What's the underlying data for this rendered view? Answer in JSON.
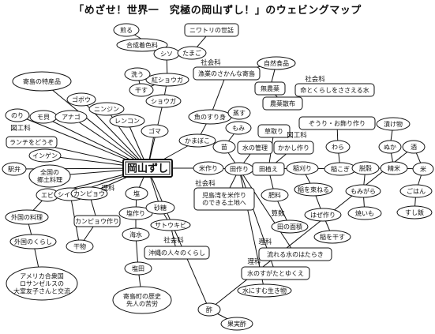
{
  "title": "「めざせ！世界一　究極の岡山ずし！」のウェビングマップ",
  "style": {
    "stroke": "#111111",
    "background": "#ffffff",
    "center_border": "#111111"
  },
  "nodes": [
    {
      "id": "center",
      "text": "岡山ずし",
      "kind": "center"
    },
    {
      "id": "kansu",
      "text": "酢",
      "kind": "ellipse"
    },
    {
      "id": "kajitsu_su",
      "text": "果実酢",
      "kind": "ellipse"
    },
    {
      "id": "tokusan",
      "text": "寄島の特産品",
      "kind": "ellipse"
    },
    {
      "id": "nori",
      "text": "のり",
      "kind": "ellipse"
    },
    {
      "id": "mogai",
      "text": "モ貝",
      "kind": "ellipse"
    },
    {
      "id": "anago",
      "text": "アナゴ",
      "kind": "ellipse"
    },
    {
      "id": "gobou",
      "text": "ゴボウ",
      "kind": "ellipse"
    },
    {
      "id": "ninjin",
      "text": "ニンジン",
      "kind": "ellipse"
    },
    {
      "id": "renkon",
      "text": "レンコン",
      "kind": "ellipse"
    },
    {
      "id": "goma",
      "text": "ゴマ",
      "kind": "ellipse"
    },
    {
      "id": "kamaboko",
      "text": "かまぼこ",
      "kind": "ellipse"
    },
    {
      "id": "sakanasurimi",
      "text": "魚のすり身",
      "kind": "ellipse"
    },
    {
      "id": "musu",
      "text": "蒸す",
      "kind": "ellipse"
    },
    {
      "id": "shouga",
      "text": "ショウガ",
      "kind": "ellipse"
    },
    {
      "id": "benishouga",
      "text": "紅ショウガ",
      "kind": "ellipse"
    },
    {
      "id": "hosu",
      "text": "干す",
      "kind": "ellipse"
    },
    {
      "id": "arau",
      "text": "洗う",
      "kind": "ellipse"
    },
    {
      "id": "niru",
      "text": "煎る",
      "kind": "ellipse"
    },
    {
      "id": "gousei",
      "text": "合成着色料",
      "kind": "ellipse"
    },
    {
      "id": "shiso",
      "text": "シソ",
      "kind": "ellipse"
    },
    {
      "id": "tamago",
      "text": "たまご",
      "kind": "ellipse"
    },
    {
      "id": "niwatori",
      "text": "ニワトリの世話",
      "kind": "rect"
    },
    {
      "id": "lbl_shakai1",
      "text": "社会科",
      "kind": "label"
    },
    {
      "id": "gyogyou",
      "text": "漁業のさかんな寄島",
      "kind": "rect"
    },
    {
      "id": "shizen",
      "text": "自然食品",
      "kind": "ellipse"
    },
    {
      "id": "munouyaku",
      "text": "無農薬",
      "kind": "rect"
    },
    {
      "id": "nouyaku",
      "text": "農薬散布",
      "kind": "rect"
    },
    {
      "id": "lbl_shakai2",
      "text": "社会科",
      "kind": "label"
    },
    {
      "id": "inochi",
      "text": "命とくらしをささえる水",
      "kind": "rect"
    },
    {
      "id": "lbl_zukou",
      "text": "図工科",
      "kind": "label"
    },
    {
      "id": "lunch",
      "text": "ランチをどうぞ",
      "kind": "rect"
    },
    {
      "id": "ekiuri",
      "text": "駅弁",
      "kind": "ellipse"
    },
    {
      "id": "ingen",
      "text": "インゲン",
      "kind": "ellipse"
    },
    {
      "id": "kyodo",
      "text": "全国の\n郷土料理",
      "kind": "ellipse"
    },
    {
      "id": "ebi",
      "text": "エビ",
      "kind": "ellipse"
    },
    {
      "id": "shiitake",
      "text": "シイタケ",
      "kind": "ellipse"
    },
    {
      "id": "kanpyou",
      "text": "カンピョウ",
      "kind": "ellipse"
    },
    {
      "id": "lbl_rika1",
      "text": "理科",
      "kind": "label"
    },
    {
      "id": "kanpyou_tsukuri",
      "text": "カンピョウ作り",
      "kind": "rect"
    },
    {
      "id": "gaikoku_ryouri",
      "text": "外国の料理",
      "kind": "ellipse"
    },
    {
      "id": "gaikoku_kurashi",
      "text": "外国のくらし",
      "kind": "ellipse"
    },
    {
      "id": "himono",
      "text": "干物",
      "kind": "ellipse"
    },
    {
      "id": "america",
      "text": "アメリカ合衆国\nロサンゼルスの\n大室友子さんと交流",
      "kind": "ellipse"
    },
    {
      "id": "shio",
      "text": "塩",
      "kind": "ellipse"
    },
    {
      "id": "shiozukuri",
      "text": "塩作り",
      "kind": "ellipse"
    },
    {
      "id": "kaisui",
      "text": "海水",
      "kind": "ellipse"
    },
    {
      "id": "enden",
      "text": "塩田",
      "kind": "ellipse"
    },
    {
      "id": "yorishima_rekishi",
      "text": "寄島町の歴史\n先人の苦労",
      "kind": "ellipse"
    },
    {
      "id": "satou",
      "text": "砂糖",
      "kind": "ellipse"
    },
    {
      "id": "satoukibi",
      "text": "サトウキビ",
      "kind": "ellipse"
    },
    {
      "id": "lbl_shakai3",
      "text": "社会科",
      "kind": "label"
    },
    {
      "id": "okinawa",
      "text": "沖縄の人々のくらし",
      "kind": "rect"
    },
    {
      "id": "lbl_shakai4",
      "text": "社会科",
      "kind": "label"
    },
    {
      "id": "kojimawan",
      "text": "児島湾を米作り\nのできる土地へ",
      "kind": "rect"
    },
    {
      "id": "komezukuri",
      "text": "米作り",
      "kind": "ellipse"
    },
    {
      "id": "tazukuri",
      "text": "田作り",
      "kind": "ellipse"
    },
    {
      "id": "nae",
      "text": "苗",
      "kind": "ellipse"
    },
    {
      "id": "momi",
      "text": "もみ",
      "kind": "ellipse"
    },
    {
      "id": "mizukanri",
      "text": "水の管理",
      "kind": "rect"
    },
    {
      "id": "kusatori",
      "text": "草取り",
      "kind": "rect"
    },
    {
      "id": "lbl_zukou2",
      "text": "図工科",
      "kind": "label"
    },
    {
      "id": "kakashi",
      "text": "かかし作り",
      "kind": "rect"
    },
    {
      "id": "taue",
      "text": "田植え",
      "kind": "rect"
    },
    {
      "id": "ikarikari",
      "text": "稲刈り",
      "kind": "ellipse"
    },
    {
      "id": "hiryou",
      "text": "肥料",
      "kind": "ellipse"
    },
    {
      "id": "lbl_sansu",
      "text": "算数",
      "kind": "label"
    },
    {
      "id": "menseki",
      "text": "田の面積",
      "kind": "ellipse"
    },
    {
      "id": "ine_tabaneru",
      "text": "稲を束ねる",
      "kind": "ellipse"
    },
    {
      "id": "hazezukuri",
      "text": "はぜ作り",
      "kind": "ellipse"
    },
    {
      "id": "ine_hosu",
      "text": "稲を干す",
      "kind": "ellipse"
    },
    {
      "id": "lbl_rika2",
      "text": "理科",
      "kind": "label"
    },
    {
      "id": "nagareru_mizu",
      "text": "流れる水のはたらき",
      "kind": "rect"
    },
    {
      "id": "lbl_rika3",
      "text": "理科",
      "kind": "label"
    },
    {
      "id": "mizu_sugata",
      "text": "水のすがたとゆくえ",
      "kind": "rect"
    },
    {
      "id": "mizu_ikimono",
      "text": "水にすむ生き物",
      "kind": "ellipse"
    },
    {
      "id": "warazouri",
      "text": "ぞうり・お飾り作り",
      "kind": "rect"
    },
    {
      "id": "wara",
      "text": "わら",
      "kind": "ellipse"
    },
    {
      "id": "inakogi",
      "text": "稲こぎ",
      "kind": "ellipse"
    },
    {
      "id": "dakkoku",
      "text": "脱穀",
      "kind": "ellipse"
    },
    {
      "id": "momigara",
      "text": "もみがら",
      "kind": "ellipse"
    },
    {
      "id": "yakiimo",
      "text": "焼いも",
      "kind": "ellipse"
    },
    {
      "id": "seimai",
      "text": "精米",
      "kind": "ellipse"
    },
    {
      "id": "nuka",
      "text": "ぬか",
      "kind": "ellipse"
    },
    {
      "id": "tsukemono",
      "text": "漬け物",
      "kind": "ellipse"
    },
    {
      "id": "kome",
      "text": "米",
      "kind": "ellipse"
    },
    {
      "id": "sake",
      "text": "酒",
      "kind": "ellipse"
    },
    {
      "id": "gohan",
      "text": "ごはん",
      "kind": "ellipse"
    },
    {
      "id": "sushimeshi",
      "text": "すし飯",
      "kind": "ellipse"
    }
  ],
  "edges": [
    [
      "center",
      "tokusan"
    ],
    [
      "center",
      "nori"
    ],
    [
      "center",
      "mogai"
    ],
    [
      "center",
      "anago"
    ],
    [
      "center",
      "gobou"
    ],
    [
      "center",
      "ninjin"
    ],
    [
      "center",
      "renkon"
    ],
    [
      "center",
      "goma"
    ],
    [
      "center",
      "kamaboko"
    ],
    [
      "center",
      "shouga"
    ],
    [
      "center",
      "lunch"
    ],
    [
      "center",
      "ekiuri"
    ],
    [
      "center",
      "ingen"
    ],
    [
      "center",
      "kyodo"
    ],
    [
      "center",
      "ebi"
    ],
    [
      "center",
      "shiitake"
    ],
    [
      "center",
      "kanpyou"
    ],
    [
      "center",
      "shio"
    ],
    [
      "center",
      "satou"
    ],
    [
      "center",
      "komezukuri"
    ],
    [
      "center",
      "kansu"
    ],
    [
      "kamaboko",
      "sakanasurimi"
    ],
    [
      "sakanasurimi",
      "musu"
    ],
    [
      "sakanasurimi",
      "gyogyou"
    ],
    [
      "shouga",
      "benishouga"
    ],
    [
      "benishouga",
      "hosu"
    ],
    [
      "hosu",
      "arau"
    ],
    [
      "benishouga",
      "shiso"
    ],
    [
      "shiso",
      "gousei"
    ],
    [
      "shiso",
      "niru"
    ],
    [
      "shiso",
      "tamago"
    ],
    [
      "tamago",
      "niwatori"
    ],
    [
      "ebi",
      "gaikoku_ryouri"
    ],
    [
      "gaikoku_ryouri",
      "gaikoku_kurashi"
    ],
    [
      "gaikoku_kurashi",
      "america"
    ],
    [
      "shiitake",
      "himono"
    ],
    [
      "kanpyou",
      "kanpyou_tsukuri"
    ],
    [
      "kanpyou_tsukuri",
      "himono"
    ],
    [
      "shio",
      "shiozukuri"
    ],
    [
      "shiozukuri",
      "kaisui"
    ],
    [
      "kaisui",
      "enden"
    ],
    [
      "enden",
      "yorishima_rekishi"
    ],
    [
      "satou",
      "satoukibi"
    ],
    [
      "satoukibi",
      "okinawa"
    ],
    [
      "komezukuri",
      "tazukuri"
    ],
    [
      "tazukuri",
      "nae"
    ],
    [
      "nae",
      "momi"
    ],
    [
      "tazukuri",
      "mizukanri"
    ],
    [
      "tazukuri",
      "taue"
    ],
    [
      "taue",
      "kusatori"
    ],
    [
      "taue",
      "kakashi"
    ],
    [
      "taue",
      "ikarikari"
    ],
    [
      "taue",
      "hiryou"
    ],
    [
      "hiryou",
      "menseki"
    ],
    [
      "ikarikari",
      "ine_tabaneru"
    ],
    [
      "ine_tabaneru",
      "hazezukuri"
    ],
    [
      "hazezukuri",
      "ine_hosu"
    ],
    [
      "ikarikari",
      "inakogi"
    ],
    [
      "inakogi",
      "wara"
    ],
    [
      "wara",
      "warazouri"
    ],
    [
      "inakogi",
      "dakkoku"
    ],
    [
      "dakkoku",
      "momigara"
    ],
    [
      "momigara",
      "yakiimo"
    ],
    [
      "dakkoku",
      "seimai"
    ],
    [
      "seimai",
      "nuka"
    ],
    [
      "nuka",
      "tsukemono"
    ],
    [
      "seimai",
      "kome"
    ],
    [
      "kome",
      "sake"
    ],
    [
      "kome",
      "gohan"
    ],
    [
      "gohan",
      "sushimeshi"
    ],
    [
      "tazukuri",
      "nagareru_mizu"
    ],
    [
      "tazukuri",
      "mizu_sugata"
    ],
    [
      "tazukuri",
      "mizu_ikimono"
    ],
    [
      "tazukuri",
      "kojimawan"
    ],
    [
      "kansu",
      "kajitsu_su"
    ],
    [
      "sake",
      "kansu"
    ],
    [
      "shizen",
      "munouyaku"
    ],
    [
      "munouyaku",
      "nouyaku"
    ],
    [
      "shizen",
      "gyogyou"
    ]
  ]
}
